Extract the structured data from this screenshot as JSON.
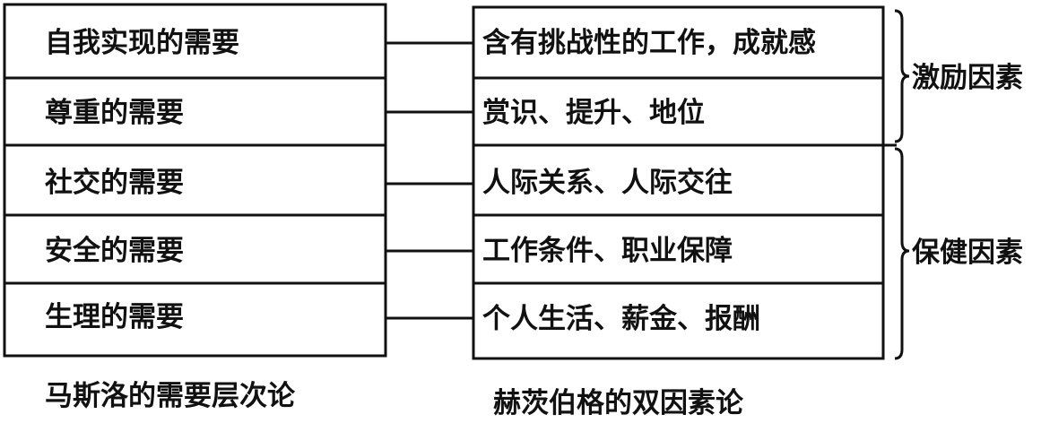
{
  "maslow": {
    "title": "马斯洛的需要层次论",
    "levels": [
      "自我实现的需要",
      "尊重的需要",
      "社交的需要",
      "安全的需要",
      "生理的需要"
    ]
  },
  "herzberg": {
    "title": "赫茨伯格的双因素论",
    "factors": [
      "含有挑战性的工作，成就感",
      "赏识、提升、地位",
      "人际关系、人际交往",
      "工作条件、职业保障",
      "个人生活、薪金、报酬"
    ],
    "groups": [
      "激励因素",
      "保健因素"
    ]
  }
}
